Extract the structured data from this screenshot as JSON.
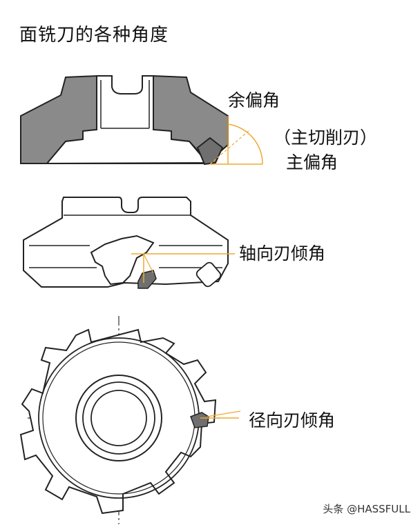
{
  "title": "面铣刀的各种角度",
  "labels": {
    "side_rake": "余偏角",
    "main_cutting_edge": "（主切削刃）",
    "main_rake": "主偏角",
    "axial_rake": "轴向刃倾角",
    "radial_rake": "径向刃倾角"
  },
  "watermark": "头条 @HASSFULL",
  "colors": {
    "body_gray": "#8a8a8a",
    "insert_gray": "#6f6f6f",
    "outline": "#222222",
    "angle_accent": "#f0a830",
    "center_line": "#333333"
  },
  "icons": [
    "face-mill-side-section",
    "face-mill-insert",
    "face-mill-top-view"
  ]
}
